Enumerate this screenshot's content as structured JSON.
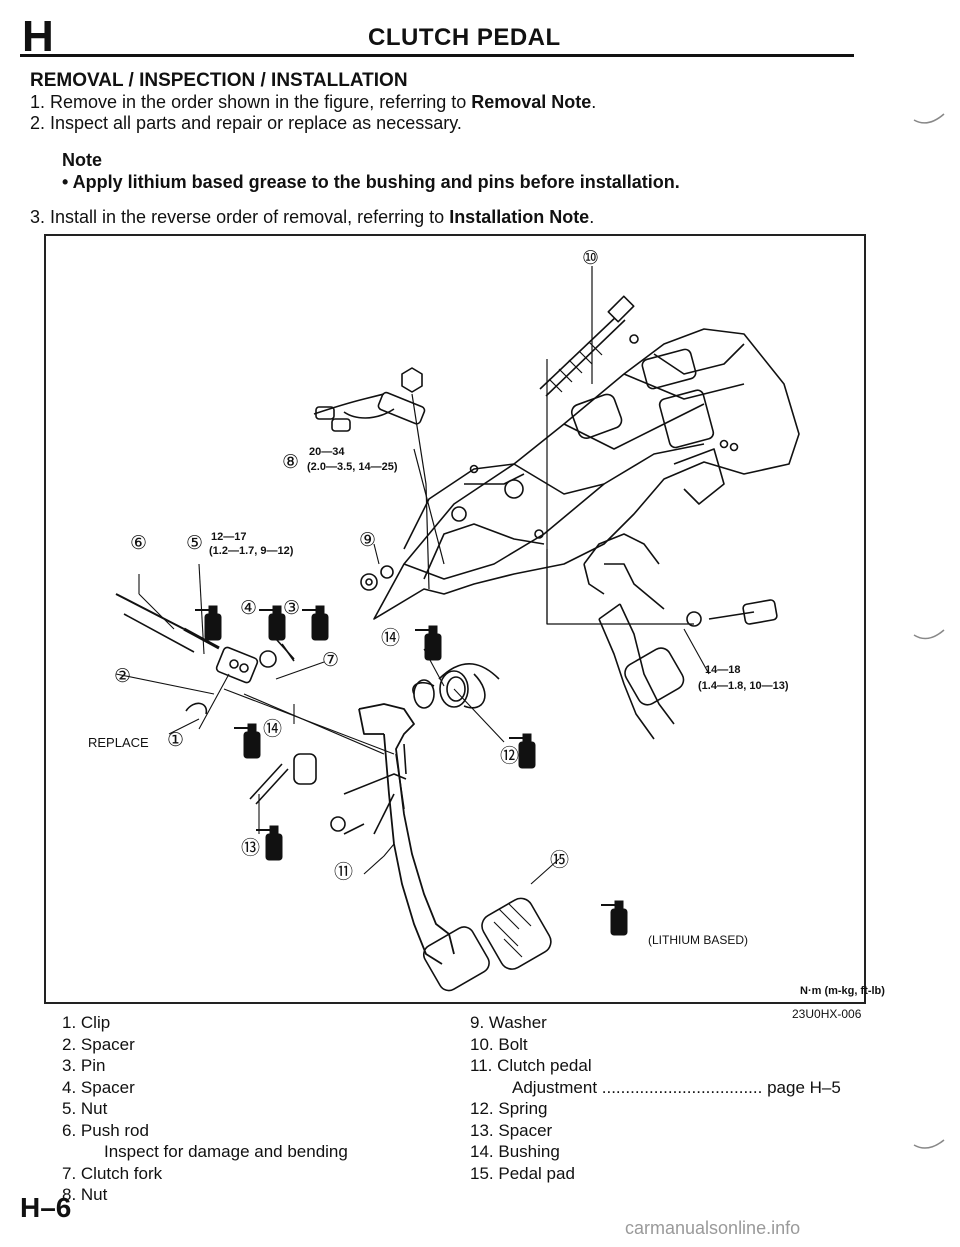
{
  "header": {
    "section_letter": "H",
    "title": "CLUTCH PEDAL"
  },
  "section": {
    "heading": "REMOVAL / INSPECTION / INSTALLATION",
    "step1_prefix": "1. Remove in the order shown in the figure, referring to ",
    "step1_bold": "Removal Note",
    "step1_suffix": ".",
    "step2": "2. Inspect all parts and repair or replace as necessary.",
    "note_label": "Note",
    "note_text": "• Apply lithium based grease to the bushing and pins before installation.",
    "step3_prefix": "3. Install in the reverse order of removal, referring to ",
    "step3_bold": "Installation Note",
    "step3_suffix": "."
  },
  "figure": {
    "callouts": [
      "⑩",
      "⑧",
      "⑥",
      "⑤",
      "⑨",
      "④",
      "③",
      "⑭",
      "⑦",
      "②",
      "①",
      "⑭",
      "⑫",
      "⑬",
      "⑪",
      "⑮"
    ],
    "torque_8_a": "20—34",
    "torque_8_b": "(2.0—3.5, 14—25)",
    "torque_5_a": "12—17",
    "torque_5_b": "(1.2—1.7, 9—12)",
    "torque_10_a": "14—18",
    "torque_10_b": "(1.4—1.8, 10—13)",
    "replace_label": "REPLACE",
    "grease_label": "(LITHIUM BASED)",
    "unit_note": "N·m (m-kg, ft-lb)",
    "figure_id": "23U0HX-006"
  },
  "parts_left": [
    "1. Clip",
    "2. Spacer",
    "3. Pin",
    "4. Spacer",
    "5. Nut",
    "6. Push rod",
    "Inspect for damage and bending",
    "7. Clutch fork",
    "8. Nut"
  ],
  "parts_right": [
    "9. Washer",
    "10. Bolt",
    "11. Clutch pedal",
    "Adjustment .................................. page H–5",
    "12. Spring",
    "13. Spacer",
    "14. Bushing",
    "15. Pedal pad"
  ],
  "footer": {
    "page_number": "H–6",
    "watermark": "carmanualsonline.info"
  }
}
